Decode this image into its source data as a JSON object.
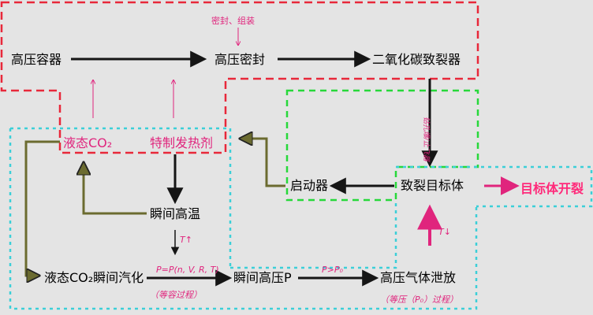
{
  "nodes": {
    "high_pressure_vessel": "高压容器",
    "high_pressure_seal": "高压密封",
    "co2_cracker": "二氧化碳致裂器",
    "liquid_co2": "液态CO₂",
    "special_heating_agent": "特制发热剂",
    "instant_high_temp": "瞬间高温",
    "starter": "启动器",
    "cracked_target": "致裂目标体",
    "target_cracks": "目标体开裂",
    "liquid_co2_vaporize": "液态CO₂瞬间汽化",
    "instant_high_pressure": "瞬间高压P",
    "gas_release": "高压气体泄放"
  },
  "notes": {
    "seal_assemble": "密封、组装",
    "temp_rise": "T↑",
    "state_eq": "P=P(n, V, R, T)",
    "isochoric": "（等容过程）",
    "p_gt_p0": "P>P₀",
    "isobaric": "（等压（P₀）过程）",
    "temp_fall": "T↓",
    "drill_side": "钻孔爆/止飞器"
  },
  "colors": {
    "red_box": "#e8283a",
    "green_box": "#27d83a",
    "cyan_box": "#3ccfd8",
    "pink": "#e0257d",
    "arrow_dark": "#151515",
    "arrow_olive": "#707038"
  }
}
